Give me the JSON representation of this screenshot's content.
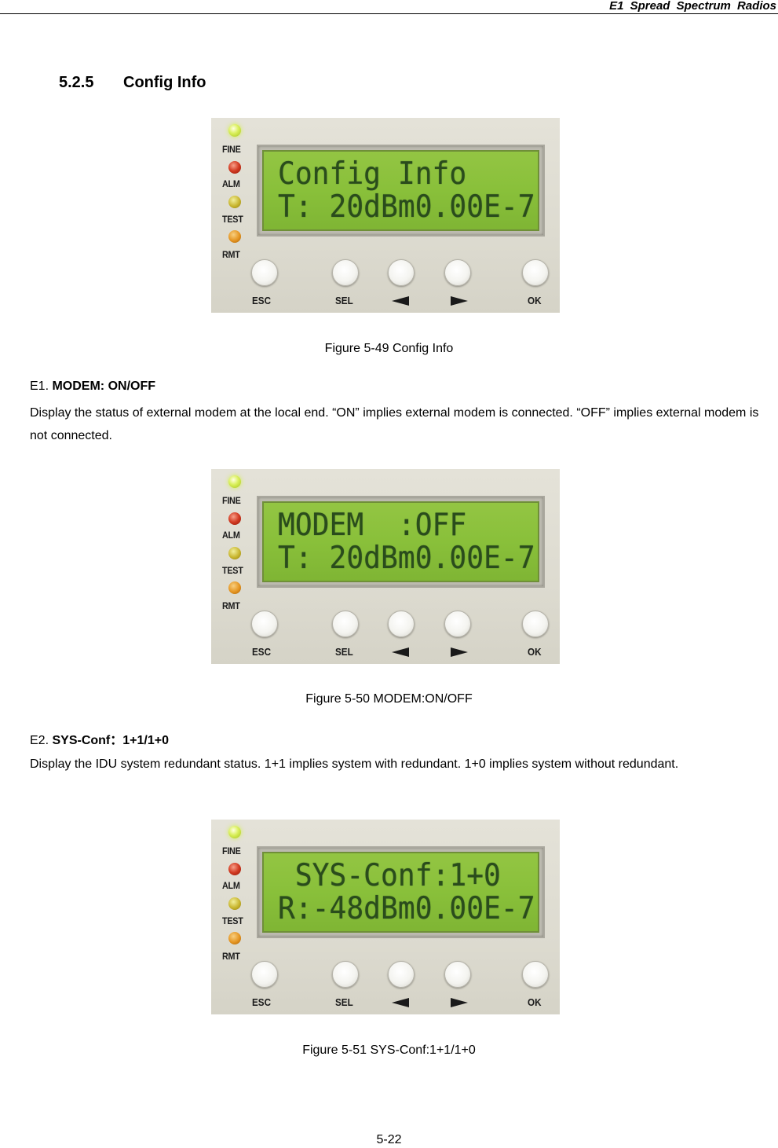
{
  "header": {
    "title": "E1 Spread Spectrum Radios"
  },
  "section": {
    "number": "5.2.5",
    "title": "Config Info"
  },
  "panel_labels": {
    "leds": [
      "FINE",
      "ALM",
      "TEST",
      "RMT"
    ],
    "buttons": [
      "ESC",
      "SEL",
      "OK"
    ]
  },
  "figures": [
    {
      "lcd_line1": "Config Info",
      "lcd_line2": "T: 20dBm0.00E-7",
      "caption": "Figure 5-49 Config Info"
    },
    {
      "lcd_line1": "MODEM  :OFF",
      "lcd_line2": "T: 20dBm0.00E-7",
      "caption": "Figure 5-50 MODEM:ON/OFF"
    },
    {
      "lcd_line1": " SYS-Conf:1+0",
      "lcd_line2": "R:-48dBm0.00E-7",
      "caption": "Figure 5-51 SYS-Conf:1+1/1+0"
    }
  ],
  "items": [
    {
      "prefix": "E1.",
      "title": "MODEM: ON/OFF",
      "description": "Display the status of external modem at the local end. “ON” implies external modem is connected. “OFF” implies external modem is not connected."
    },
    {
      "prefix": "E2.",
      "title": "SYS-Conf：1+1/1+0",
      "description": "Display the IDU system redundant status. 1+1 implies system with redundant. 1+0 implies system without redundant."
    }
  ],
  "footer": {
    "page": "5-22"
  }
}
